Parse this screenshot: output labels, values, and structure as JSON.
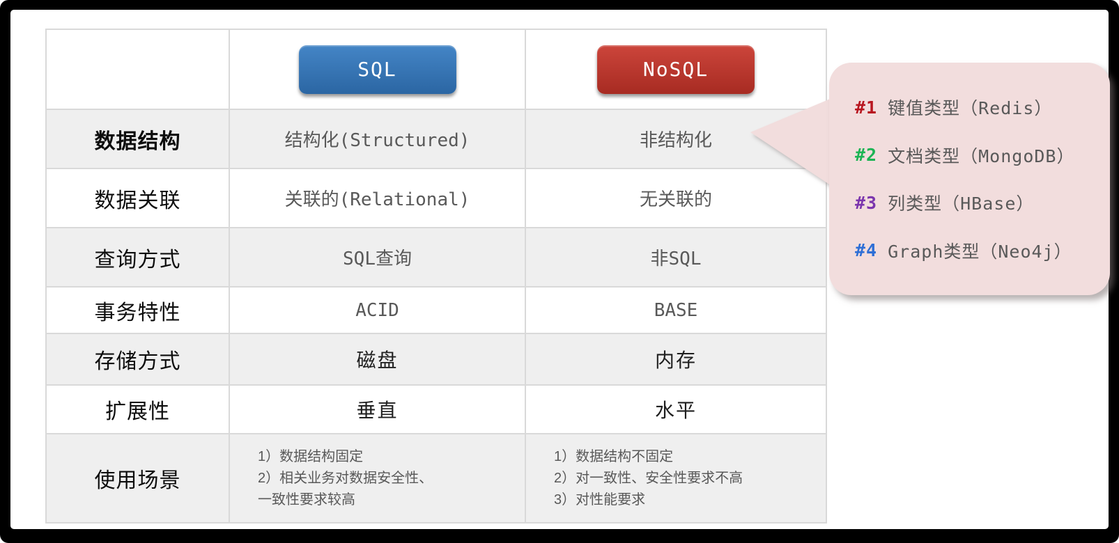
{
  "table": {
    "header": {
      "sql_label": "SQL",
      "nosql_label": "NoSQL"
    },
    "rows": [
      {
        "label": "数据结构",
        "sql": "结构化(Structured)",
        "nosql": "非结构化"
      },
      {
        "label": "数据关联",
        "sql": "关联的(Relational)",
        "nosql": "无关联的"
      },
      {
        "label": "查询方式",
        "sql": "SQL查询",
        "nosql": "非SQL"
      },
      {
        "label": "事务特性",
        "sql": "ACID",
        "nosql": "BASE"
      },
      {
        "label": "存储方式",
        "sql": "磁盘",
        "nosql": "内存"
      },
      {
        "label": "扩展性",
        "sql": "垂直",
        "nosql": "水平"
      },
      {
        "label": "使用场景",
        "sql": "1）数据结构固定\n2）相关业务对数据安全性、\n一致性要求较高",
        "nosql": "1）数据结构不固定\n2）对一致性、安全性要求不高\n3）对性能要求"
      }
    ]
  },
  "callout": {
    "items": [
      {
        "num": "#1",
        "color": "#b81620",
        "text": "键值类型（Redis）"
      },
      {
        "num": "#2",
        "color": "#1cb454",
        "text": "文档类型（MongoDB）"
      },
      {
        "num": "#3",
        "color": "#7b35ad",
        "text": "列类型（HBase）"
      },
      {
        "num": "#4",
        "color": "#2e6fd6",
        "text": "Graph类型（Neo4j）"
      }
    ]
  },
  "colors": {
    "sql_button": "#3573b0",
    "nosql_button": "#bb352c",
    "bubble_bg": "#f2dddd",
    "zebra_row": "#efefef",
    "grid_line": "#d9d9d9",
    "value_text": "#595959"
  }
}
